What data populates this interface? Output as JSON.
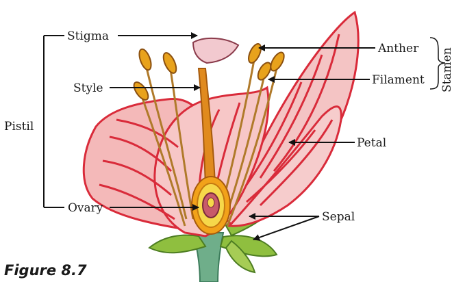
{
  "labels": {
    "stigma": "Stigma",
    "style": "Style",
    "pistil": "Pistil",
    "ovary": "Ovary",
    "anther": "Anther",
    "filament": "Filament",
    "stamen": "Stamen",
    "petal": "Petal",
    "sepal": "Sepal"
  },
  "caption": "Figure 8.7",
  "colors": {
    "petal_fill": "#f4b9b9",
    "petal_vein": "#d92b3a",
    "anther": "#e8a21c",
    "filament": "#b07a2a",
    "style": "#e08a1e",
    "stigma": "#f2c9cf",
    "ovary_outer": "#f2a21a",
    "ovary_inner": "#f6d84a",
    "ovule": "#c85a6a",
    "sepal": "#8fbf3f",
    "stem": "#6fae8a"
  }
}
